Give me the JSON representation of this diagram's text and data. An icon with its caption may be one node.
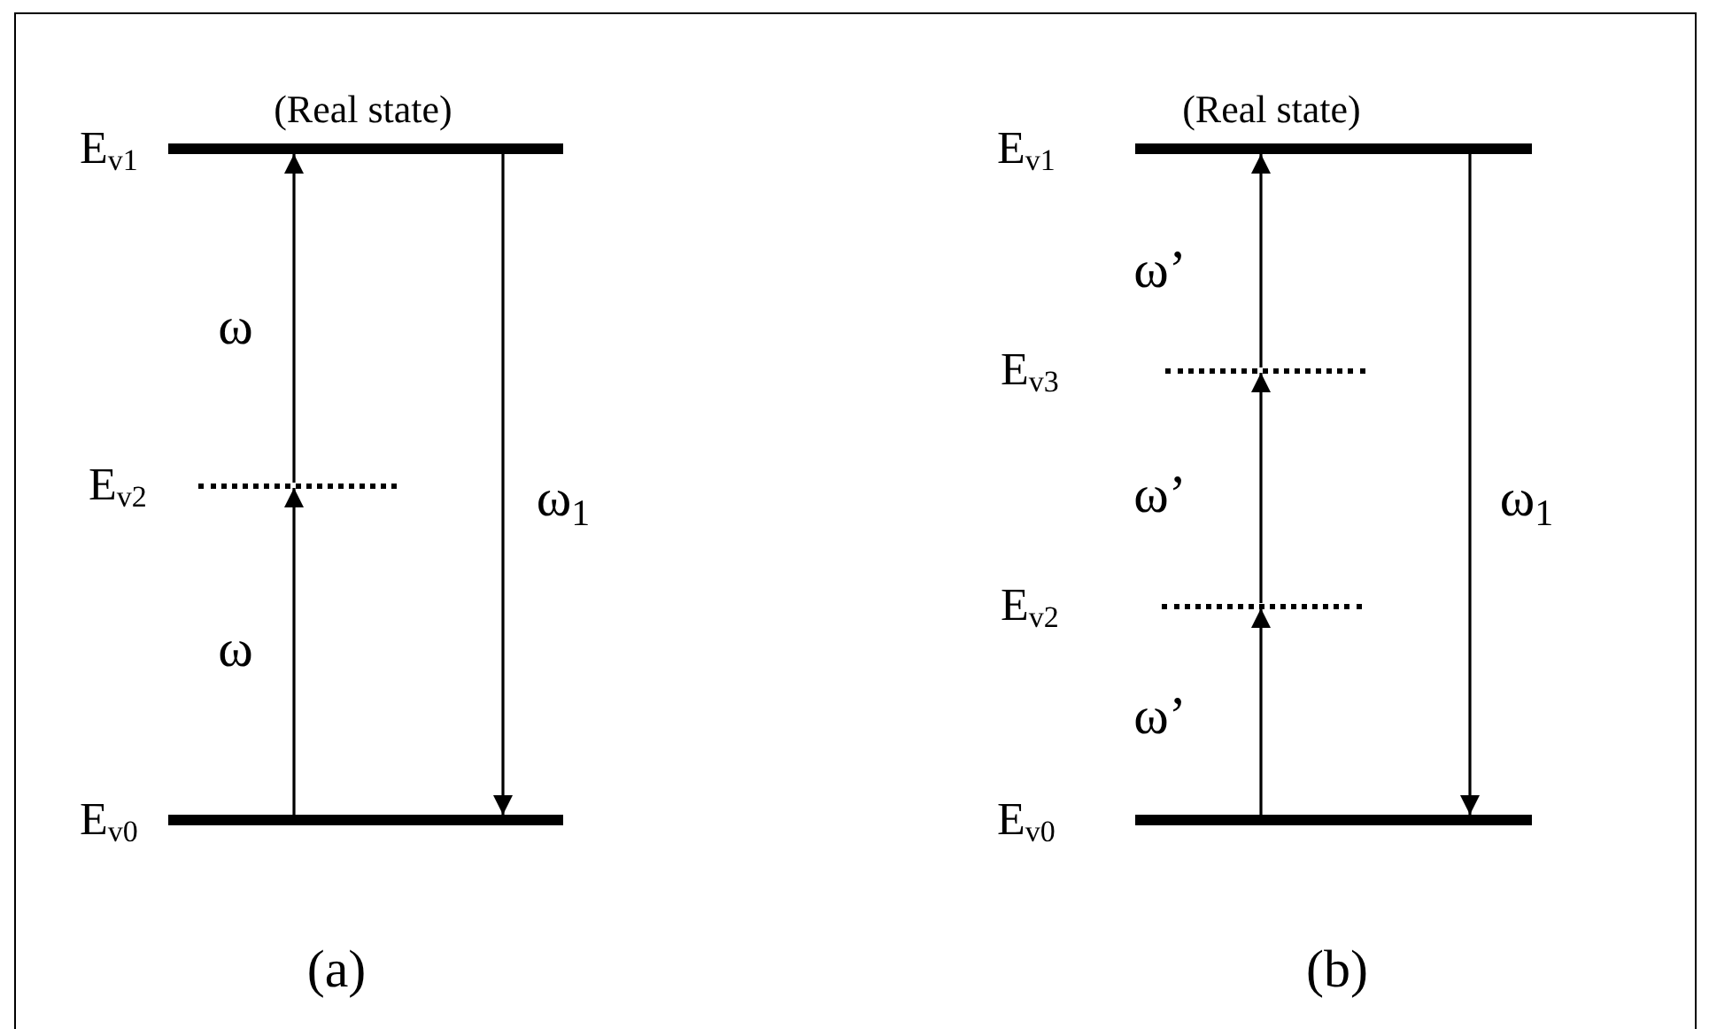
{
  "diagram": {
    "nodes": [
      {
        "text": [
          "E$_{v1}$"
        ],
        "beside": [
          "(Real state)"
        ]
      },
      {
        "text": [
          "E$_{v2}$"
        ]
      },
      {
        "text": [
          "E$_{v0}$"
        ]
      },
      {
        "text": [
          "E$_{v1}$"
        ],
        "beside": [
          "(Real state)"
        ]
      },
      {
        "text": [
          "E$_{v3}$"
        ]
      },
      {
        "text": [
          "E$_{v2}$"
        ]
      },
      {
        "text": [
          "E$_{v0}$"
        ]
      }
    ],
    "edges": [
      {
        "from": 2,
        "to": 1,
        "arrow": "to",
        "label": "ω"
      },
      {
        "from": 1,
        "to": 0,
        "arrow": "to",
        "label": "ω"
      },
      {
        "from": 0,
        "to": 2,
        "arrow": "to",
        "label": "ω$_{1}$"
      },
      {
        "from": 6,
        "to": 5,
        "arrow": "to",
        "label": "ω’"
      },
      {
        "from": 5,
        "to": 4,
        "arrow": "to",
        "label": "ω’"
      },
      {
        "from": 4,
        "to": 3,
        "arrow": "to",
        "label": "ω’"
      },
      {
        "from": 3,
        "to": 6,
        "arrow": "to",
        "label": "ω$_{1}$"
      }
    ],
    "labels": [
      "(a)",
      "(b)"
    ]
  }
}
